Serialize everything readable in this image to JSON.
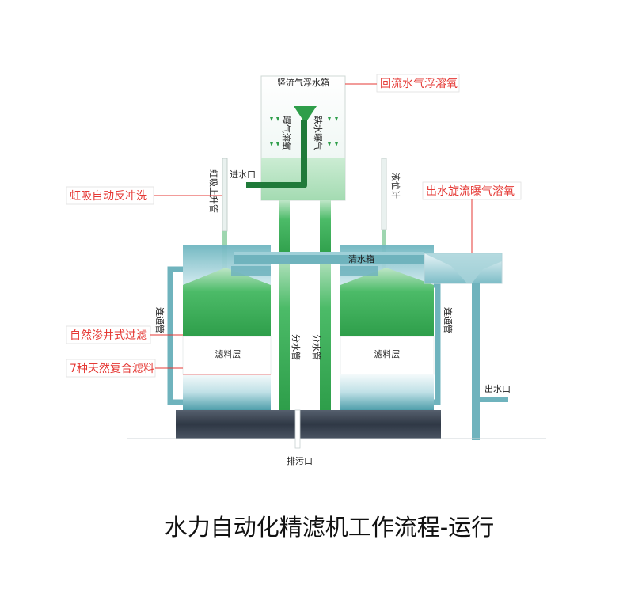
{
  "title": "水力自动化精滤机工作流程-运行",
  "labels": {
    "vertical_tank": "竖流气浮水箱",
    "aeration_dissolve": "曝气溶氧",
    "drop_aeration": "跌水曝气",
    "inlet": "进水口",
    "siphon_pipe": "虹吸上升管",
    "level_gauge": "液位计",
    "clear_tank": "清水箱",
    "connecting_pipe_left": "连通管",
    "connecting_pipe_right": "连通管",
    "split_pipe_left": "分水管",
    "split_pipe_right": "分水管",
    "filter_layer_left": "滤料层",
    "filter_layer_right": "滤料层",
    "outlet": "出水口",
    "drain": "排污口"
  },
  "callouts": {
    "reflux": "回流水气浮溶氧",
    "siphon_backwash": "虹吸自动反冲洗",
    "outlet_swirl": "出水旋流曝气溶氧",
    "natural_seepage": "自然渗井式过滤",
    "seven_media": "7种天然复合滤料"
  },
  "colors": {
    "callout_text": "#e53935",
    "green": "#2e9e4a",
    "light_green": "#c9ead2",
    "teal": "#5aa7b0",
    "light_teal": "#cfe9ee",
    "dark_base": "#3a4350",
    "pipe_dark_green": "#1f7a39"
  }
}
